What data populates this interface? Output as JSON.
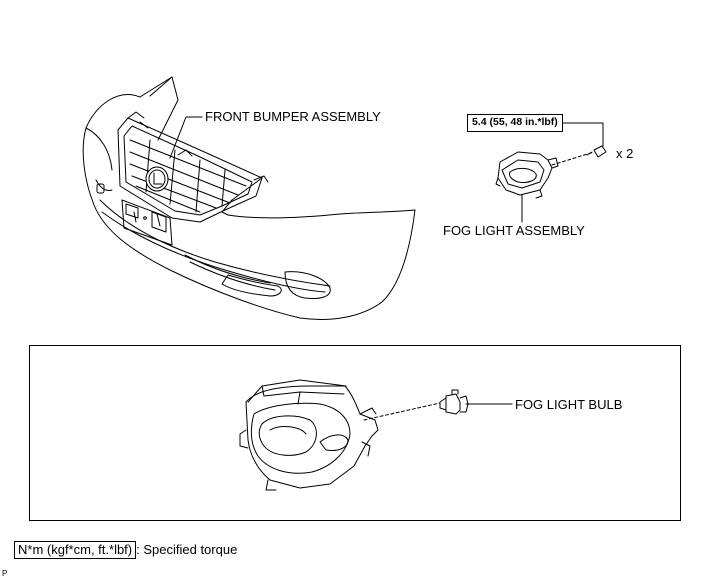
{
  "labels": {
    "front_bumper": "FRONT BUMPER ASSEMBLY",
    "fog_light_assembly": "FOG LIGHT ASSEMBLY",
    "fog_light_bulb": "FOG LIGHT BULB",
    "quantity": "x 2"
  },
  "torque": {
    "spec": "5.4 (55, 48 in.*lbf)"
  },
  "legend": {
    "unit_box": "N*m (kgf*cm, ft.*lbf)",
    "description": ": Specified torque"
  },
  "illustration_code": "P"
}
